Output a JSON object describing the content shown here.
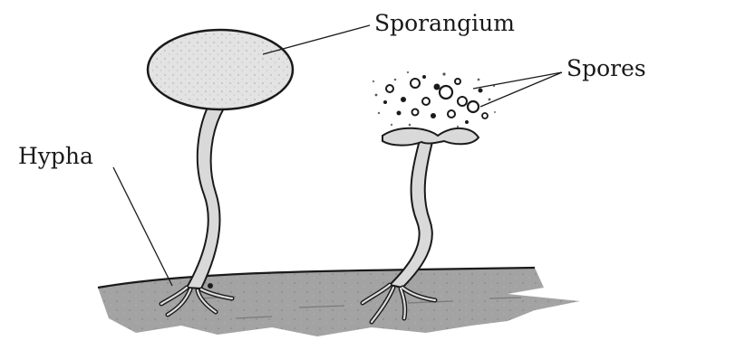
{
  "labels": {
    "sporangium": "Sporangium",
    "spores": "Spores",
    "hypha": "Hypha"
  },
  "colors": {
    "ink": "#1a1a1a",
    "soil": "#9a9a9a",
    "sporangium_fill": "#e3e3e3",
    "stalk_fill": "#d9d9d9"
  }
}
